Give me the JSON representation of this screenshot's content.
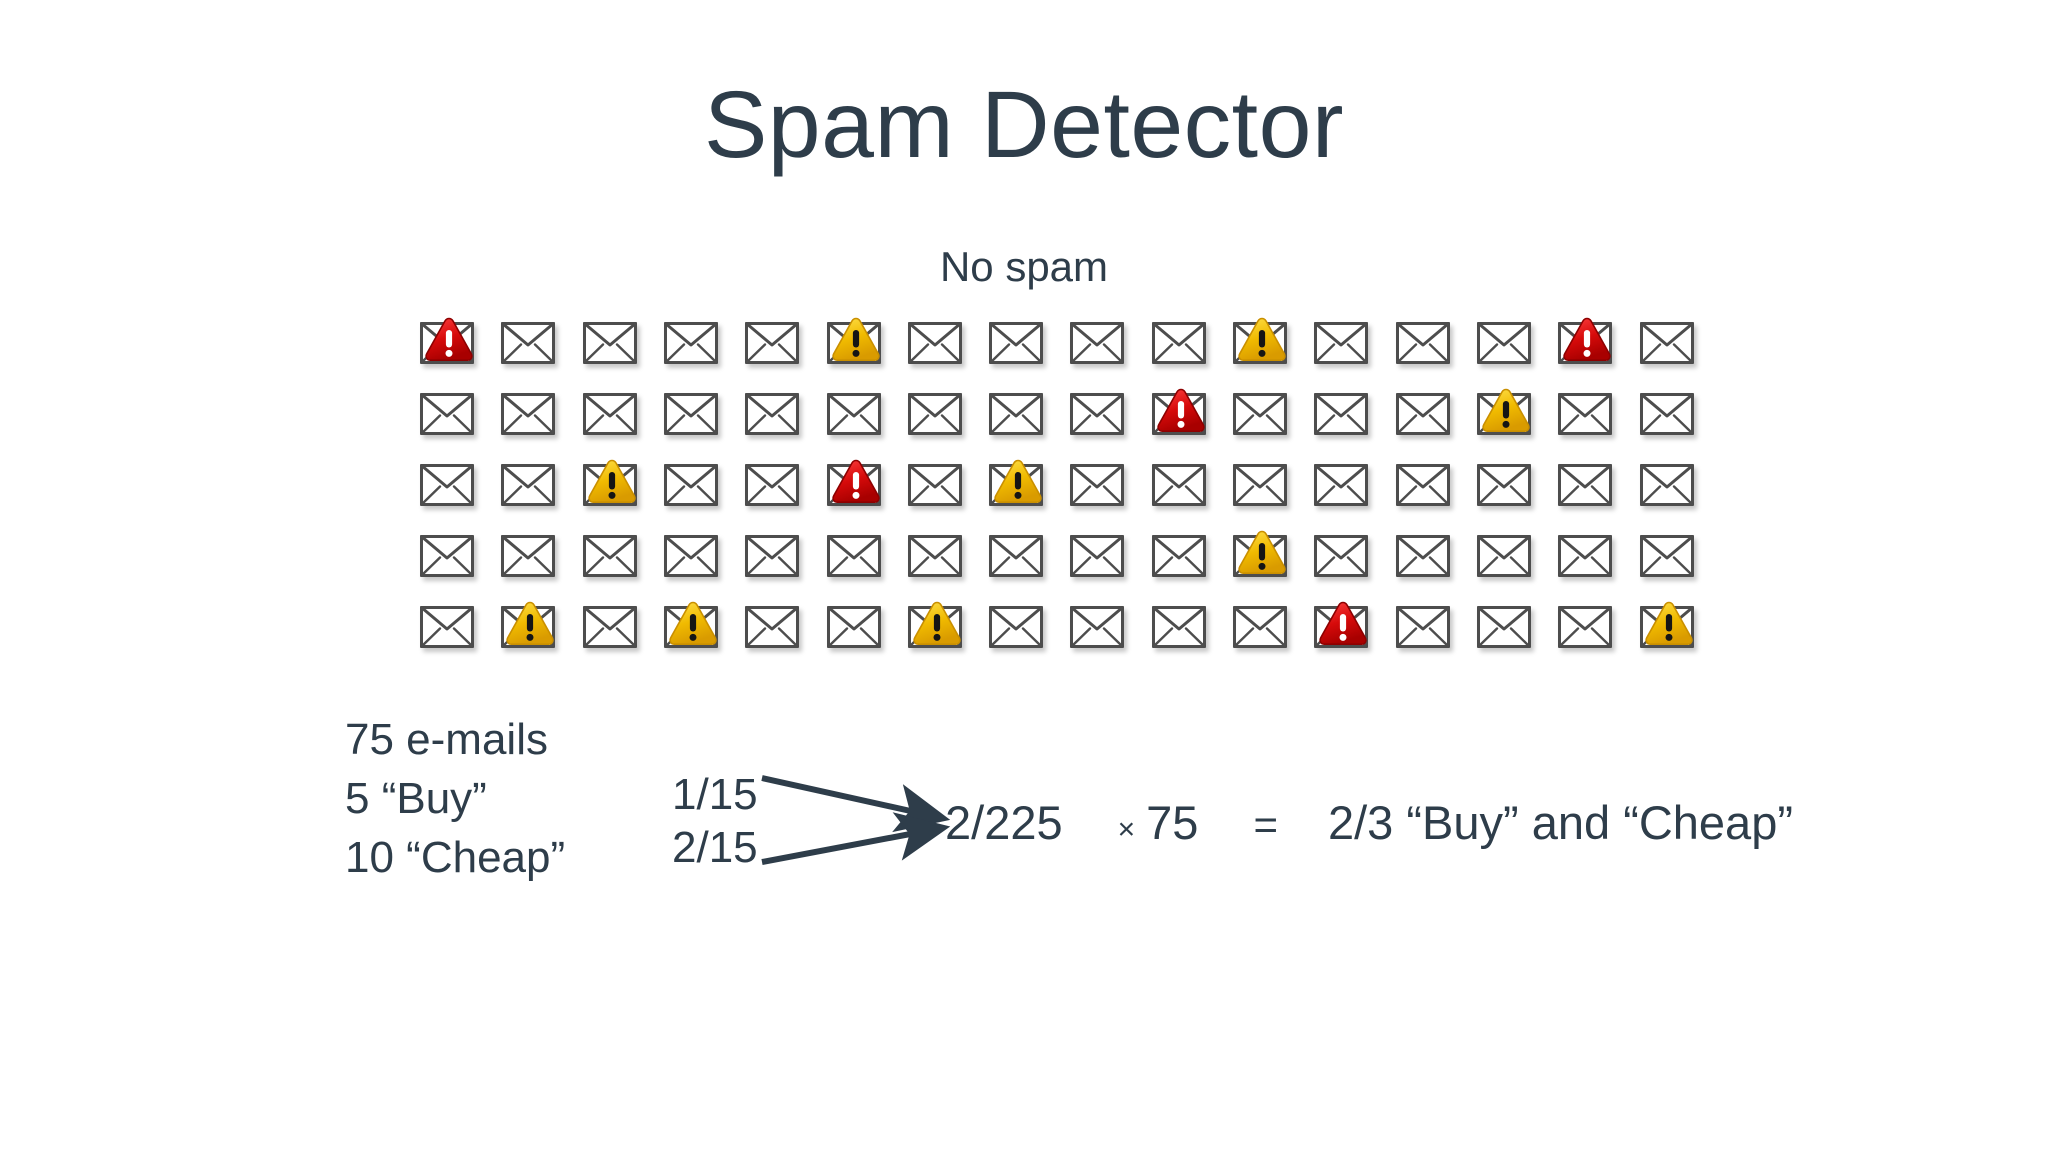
{
  "slide": {
    "title": "Spam Detector",
    "caption": "No spam",
    "text_color": "#2e3d4a",
    "background": "#ffffff"
  },
  "grid": {
    "columns": 16,
    "rows": 5,
    "total_envelopes": 80,
    "icon_plain": "envelope-icon",
    "icon_red": "red-warning-triangle-icon",
    "icon_yellow": "yellow-warning-triangle-icon",
    "red_color": "#d81515",
    "yellow_color": "#f2c210",
    "envelope_border_color": "#4d4d4d",
    "marks": [
      [
        "red",
        "",
        "",
        "",
        "",
        "yellow",
        "",
        "",
        "",
        "",
        "yellow",
        "",
        "",
        "",
        "red",
        ""
      ],
      [
        "",
        "",
        "",
        "",
        "",
        "",
        "",
        "",
        "",
        "red",
        "",
        "",
        "",
        "yellow",
        "",
        ""
      ],
      [
        "",
        "",
        "yellow",
        "",
        "",
        "red",
        "",
        "yellow",
        "",
        "",
        "",
        "",
        "",
        "",
        "",
        ""
      ],
      [
        "",
        "",
        "",
        "",
        "",
        "",
        "",
        "",
        "",
        "",
        "yellow",
        "",
        "",
        "",
        "",
        ""
      ],
      [
        "",
        "yellow",
        "",
        "yellow",
        "",
        "",
        "yellow",
        "",
        "",
        "",
        "",
        "red",
        "",
        "",
        "",
        "yellow"
      ]
    ]
  },
  "legend": {
    "line1": "75 e-mails",
    "line2": "5 “Buy”",
    "line3": "10 “Cheap”"
  },
  "fractions": {
    "buy": "1/15",
    "cheap": "2/15"
  },
  "equation": {
    "combined": "2/225",
    "times": "×",
    "multiplier": "75",
    "equals": "=",
    "result": "2/3 “Buy” and “Cheap”"
  }
}
